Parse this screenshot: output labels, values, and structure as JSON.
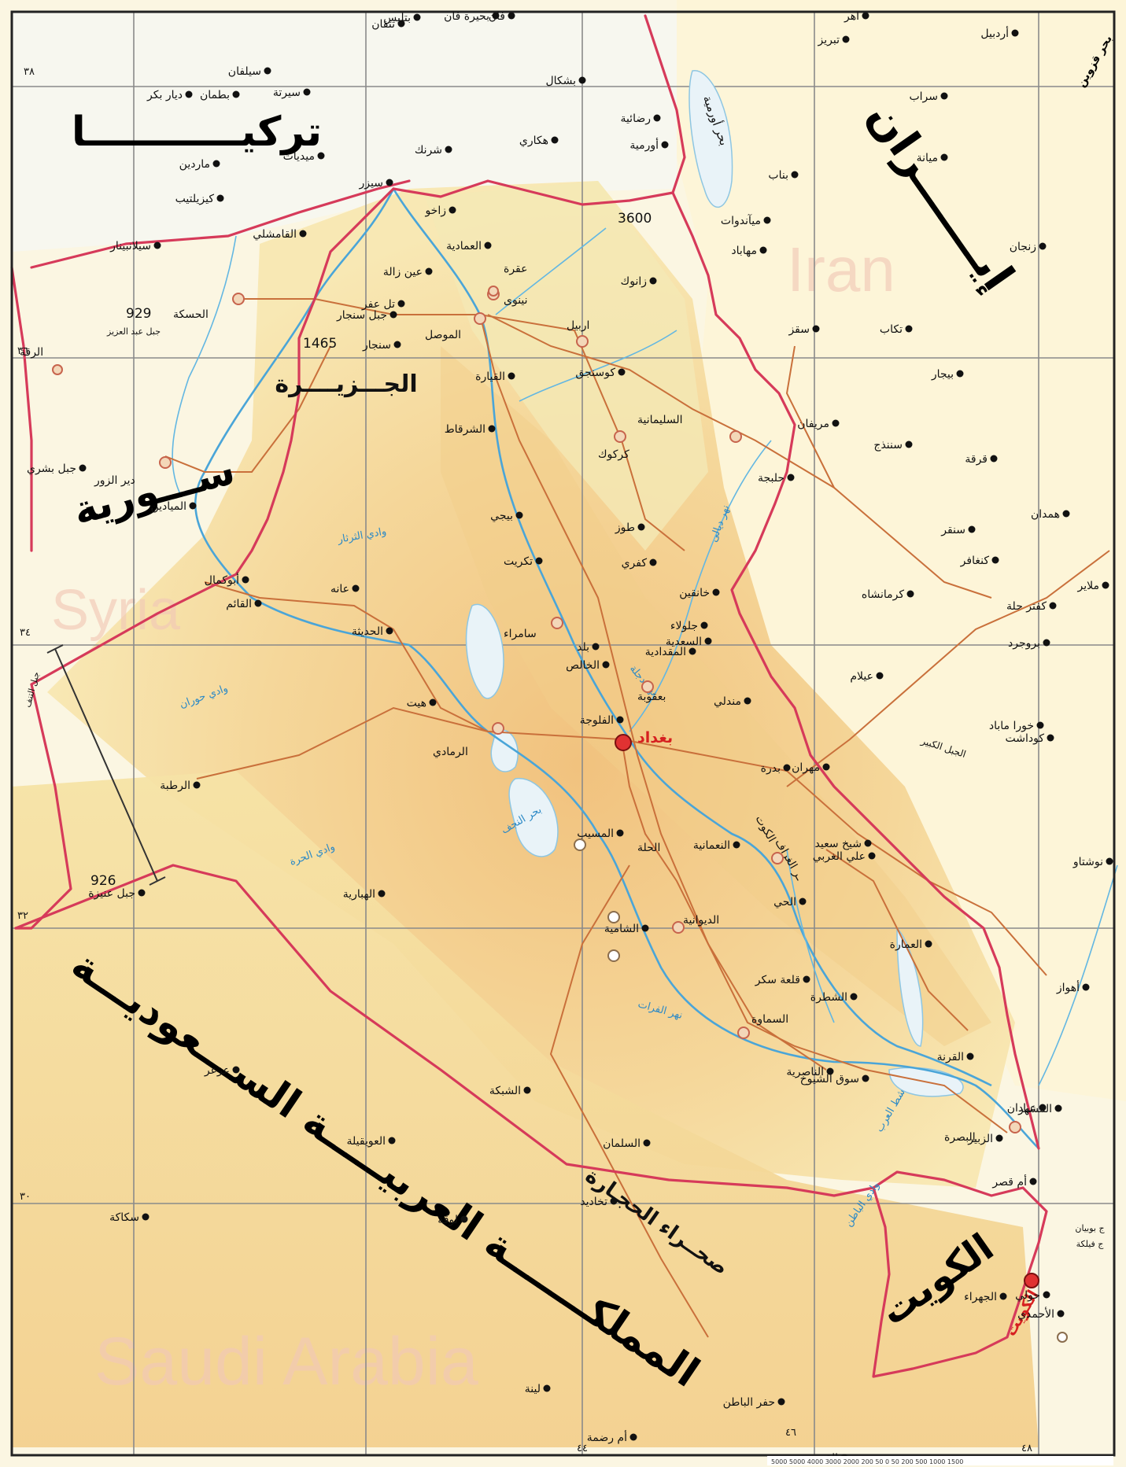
{
  "map": {
    "countries": [
      {
        "name": "تركيـــــــــــا"
      },
      {
        "name": "إيـــــــران"
      },
      {
        "name": "ســـورية"
      },
      {
        "name": "المملكـــــــة العربيـــــة الســـعوديـــة"
      },
      {
        "name": "الكويت"
      },
      {
        "name": "بحر قزوين"
      }
    ],
    "watermarks": [
      {
        "name": "Syria"
      },
      {
        "name": "Iran"
      },
      {
        "name": "Saudi Arabia"
      }
    ],
    "regions": [
      {
        "name": "الجـــزيــــرة"
      },
      {
        "name": "صحــراء الحجـارة"
      },
      {
        "name": "بحر أورمية"
      }
    ],
    "capitals": [
      {
        "name": "بغداد"
      },
      {
        "name": "الكويت"
      }
    ],
    "major_cities": [
      {
        "name": "الموصل"
      },
      {
        "name": "نينوى"
      },
      {
        "name": "اربيل"
      },
      {
        "name": "السليمانية"
      },
      {
        "name": "كركوك"
      },
      {
        "name": "سامراء"
      },
      {
        "name": "بعقوبة"
      },
      {
        "name": "الرمادي"
      },
      {
        "name": "الحلة"
      },
      {
        "name": "الديوانية"
      },
      {
        "name": "السماوة"
      },
      {
        "name": "البصرة"
      },
      {
        "name": "الحسكة"
      },
      {
        "name": "دير الزور"
      },
      {
        "name": "الرقة"
      },
      {
        "name": "الكوت"
      },
      {
        "name": "عقرة"
      }
    ],
    "cities": [
      {
        "name": "بتليس"
      },
      {
        "name": "تتفان"
      },
      {
        "name": "بحيرة فان"
      },
      {
        "name": "فان"
      },
      {
        "name": "اهر"
      },
      {
        "name": "تبريز"
      },
      {
        "name": "أردبيل"
      },
      {
        "name": "سيلفان"
      },
      {
        "name": "ديار بكر"
      },
      {
        "name": "بطمان"
      },
      {
        "name": "سيرتة"
      },
      {
        "name": "بشكال"
      },
      {
        "name": "سراب"
      },
      {
        "name": "هكاري"
      },
      {
        "name": "رضائية"
      },
      {
        "name": "أورمية"
      },
      {
        "name": "ميانة"
      },
      {
        "name": "بناب"
      },
      {
        "name": "ماردين"
      },
      {
        "name": "ميديات"
      },
      {
        "name": "شرنك"
      },
      {
        "name": "سيزر"
      },
      {
        "name": "كيزيلتيب"
      },
      {
        "name": "زاخو"
      },
      {
        "name": "ميآندوات"
      },
      {
        "name": "مهاباد"
      },
      {
        "name": "زنجان"
      },
      {
        "name": "سيلانبينار"
      },
      {
        "name": "القامشلي"
      },
      {
        "name": "العمادية"
      },
      {
        "name": "عين زالة"
      },
      {
        "name": "تل عفر"
      },
      {
        "name": "زانوك"
      },
      {
        "name": "تكاب"
      },
      {
        "name": "سقز"
      },
      {
        "name": "جبل سنجار"
      },
      {
        "name": "سنجار"
      },
      {
        "name": "كوسنجق"
      },
      {
        "name": "القيارة"
      },
      {
        "name": "بيجار"
      },
      {
        "name": "مريفان"
      },
      {
        "name": "سننذج"
      },
      {
        "name": "قرقة"
      },
      {
        "name": "الشرقاط"
      },
      {
        "name": "حلبجة"
      },
      {
        "name": "جبل بشري"
      },
      {
        "name": "الميادين"
      },
      {
        "name": "همدان"
      },
      {
        "name": "بيجي"
      },
      {
        "name": "طوز"
      },
      {
        "name": "سنقر"
      },
      {
        "name": "كنغافر"
      },
      {
        "name": "ملاير"
      },
      {
        "name": "تكريت"
      },
      {
        "name": "كفري"
      },
      {
        "name": "خانقين"
      },
      {
        "name": "جلولاء"
      },
      {
        "name": "أبوكمال"
      },
      {
        "name": "القائم"
      },
      {
        "name": "عانه"
      },
      {
        "name": "الحديثة"
      },
      {
        "name": "السعدية"
      },
      {
        "name": "المقدادية"
      },
      {
        "name": "كرمانشاه"
      },
      {
        "name": "كفتر حلة"
      },
      {
        "name": "بلد"
      },
      {
        "name": "الخالص"
      },
      {
        "name": "بروجرد"
      },
      {
        "name": "عيلام"
      },
      {
        "name": "هيت"
      },
      {
        "name": "مندلي"
      },
      {
        "name": "الفلوجة"
      },
      {
        "name": "كوداشت"
      },
      {
        "name": "خورا ماباد"
      },
      {
        "name": "الرطبة"
      },
      {
        "name": "بدرة"
      },
      {
        "name": "مهران"
      },
      {
        "name": "المسيب"
      },
      {
        "name": "النعمانية"
      },
      {
        "name": "شيخ سعيد"
      },
      {
        "name": "علي الغربي"
      },
      {
        "name": "الحي"
      },
      {
        "name": "الهبارية"
      },
      {
        "name": "الشامية"
      },
      {
        "name": "العمارة"
      },
      {
        "name": "قلعة سكر"
      },
      {
        "name": "الشطرة"
      },
      {
        "name": "أهواز"
      },
      {
        "name": "عرعر"
      },
      {
        "name": "الناصرية"
      },
      {
        "name": "القرنة"
      },
      {
        "name": "سوق الشيوخ"
      },
      {
        "name": "الشبكة"
      },
      {
        "name": "المشهر"
      },
      {
        "name": "عبادان"
      },
      {
        "name": "الزبير"
      },
      {
        "name": "العويقيلة"
      },
      {
        "name": "السلمان"
      },
      {
        "name": "أم قصر"
      },
      {
        "name": "سكاكة"
      },
      {
        "name": "لوقة"
      },
      {
        "name": "تخاديد"
      },
      {
        "name": "حولي"
      },
      {
        "name": "الجهراء"
      },
      {
        "name": "الأحمدي"
      },
      {
        "name": "لينة"
      },
      {
        "name": "أم رضمة"
      },
      {
        "name": "حفر الباطن"
      },
      {
        "name": "القيصومة"
      },
      {
        "name": "جبل عنيزة"
      },
      {
        "name": "نوشتاو"
      }
    ],
    "features": [
      {
        "name": "جبل عبد العزيز"
      },
      {
        "name": "الجبل الكبير"
      },
      {
        "name": "جبل التنف"
      },
      {
        "name": "ج بوبيان"
      },
      {
        "name": "ج فيلكة"
      },
      {
        "name": "ـر الغراف"
      }
    ],
    "water_labels": [
      {
        "name": "وادي الثرثار"
      },
      {
        "name": "نهر الفرات"
      },
      {
        "name": "نهر دجلة"
      },
      {
        "name": "وادي حوران"
      },
      {
        "name": "بحر النجف"
      },
      {
        "name": "وادي الباطن"
      },
      {
        "name": "شط العرب"
      },
      {
        "name": "وادي الحرة"
      },
      {
        "name": "نهر ديالى"
      }
    ],
    "elevations": [
      {
        "value": "3600"
      },
      {
        "value": "1465"
      },
      {
        "value": "929"
      },
      {
        "value": "926"
      }
    ],
    "latitudes": [
      {
        "label": "٣٨"
      },
      {
        "label": "٣٦"
      },
      {
        "label": "٣٤"
      },
      {
        "label": "٣٢"
      },
      {
        "label": "٣٠"
      }
    ],
    "longitudes": [
      {
        "label": "٤٤"
      },
      {
        "label": "٤٦"
      },
      {
        "label": "٤٨"
      }
    ],
    "scale_bar": {
      "label": "5000 5000 4000 3000 2000 200 50 0 50 200 500 1000 1500"
    },
    "colors": {
      "border": "#d63a5a",
      "road": "#c9703b",
      "river": "#4aa5d8",
      "capital": "#e03232",
      "land": "#f6e6a6",
      "desert": "#f0c383"
    }
  }
}
